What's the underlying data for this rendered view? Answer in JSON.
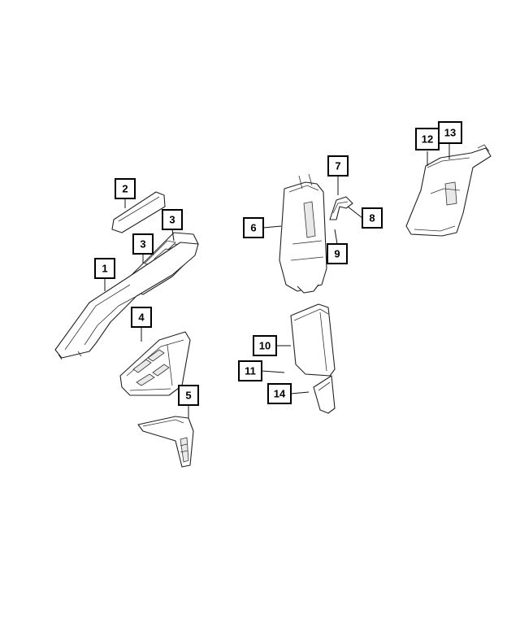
{
  "callouts": [
    {
      "id": "c1",
      "label": "1"
    },
    {
      "id": "c2",
      "label": "2"
    },
    {
      "id": "c3a",
      "label": "3"
    },
    {
      "id": "c3b",
      "label": "3"
    },
    {
      "id": "c4",
      "label": "4"
    },
    {
      "id": "c5",
      "label": "5"
    },
    {
      "id": "c6",
      "label": "6"
    },
    {
      "id": "c7",
      "label": "7"
    },
    {
      "id": "c8",
      "label": "8"
    },
    {
      "id": "c9",
      "label": "9"
    },
    {
      "id": "c10",
      "label": "10"
    },
    {
      "id": "c11",
      "label": "11"
    },
    {
      "id": "c12",
      "label": "12"
    },
    {
      "id": "c13",
      "label": "13"
    },
    {
      "id": "c14",
      "label": "14"
    }
  ]
}
